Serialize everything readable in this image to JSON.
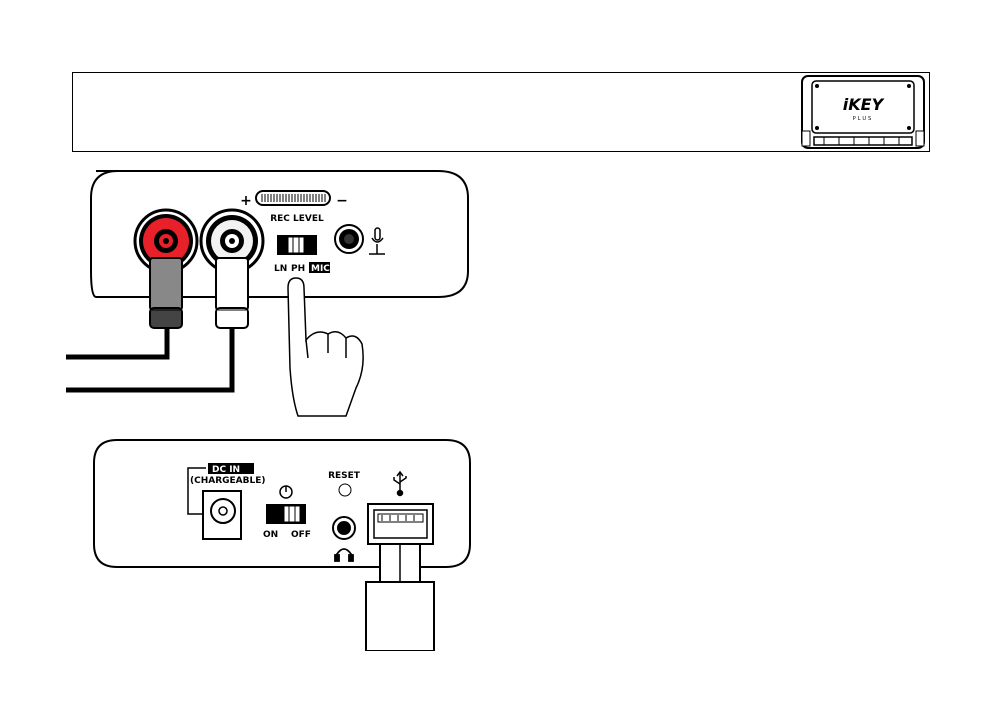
{
  "top_panel": {
    "rec_level_label": "REC LEVEL",
    "plus_sign": "+",
    "minus_sign": "−",
    "switch_labels": [
      "LN",
      "PH",
      "MIC"
    ]
  },
  "bottom_panel": {
    "dc_in_label": "DC IN",
    "chargeable_label": "(CHARGEABLE)",
    "reset_label": "RESET",
    "on_label": "ON",
    "off_label": "OFF"
  },
  "device_thumbnail": {
    "logo_text": "iKEY",
    "logo_sub": "PLUS"
  },
  "icons": [
    "power-icon",
    "usb-icon",
    "headphone-icon",
    "microphone-icon",
    "pointing-hand-icon"
  ]
}
